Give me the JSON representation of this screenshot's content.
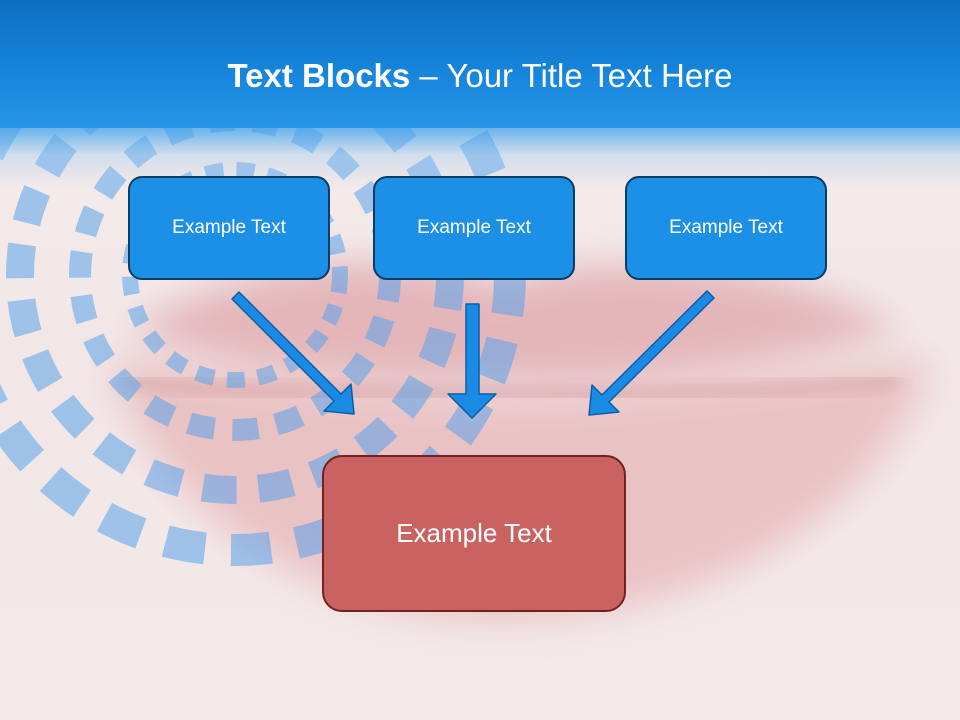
{
  "title": {
    "bold": "Text Blocks",
    "dash": " – ",
    "rest": "Your Title Text Here"
  },
  "top_boxes": [
    {
      "label": "Example Text"
    },
    {
      "label": "Example Text"
    },
    {
      "label": "Example Text"
    }
  ],
  "bottom_box": {
    "label": "Example Text"
  },
  "colors": {
    "header_blue": "#1786dd",
    "box_blue": "#1c8fe6",
    "box_red": "#cb6262",
    "arrow_blue": "#1a8be4"
  }
}
